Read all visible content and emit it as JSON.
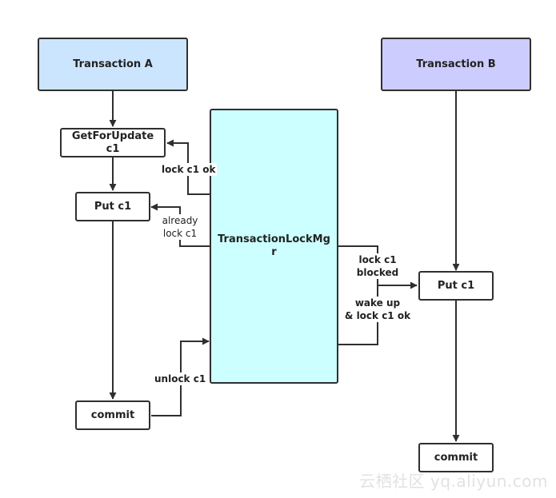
{
  "diagram": {
    "nodes": {
      "transaction_a": "Transaction A",
      "transaction_b": "Transaction B",
      "get_for_update_line1": "GetForUpdate",
      "get_for_update_line2": "c1",
      "put_c1_a": "Put c1",
      "commit_a": "commit",
      "lock_mgr_line1": "TransactionLockMg",
      "lock_mgr_line2": "r",
      "put_c1_b": "Put c1",
      "commit_b": "commit"
    },
    "edge_labels": {
      "lock_c1_ok": "lock c1 ok",
      "already_line1": "already",
      "already_line2": "lock c1",
      "unlock_c1": "unlock c1",
      "lock_c1_blocked_line1": "lock c1",
      "lock_c1_blocked_line2": "blocked",
      "wake_up_line1": "wake up",
      "wake_up_line2": "& lock c1 ok"
    },
    "colors": {
      "transaction_a_fill": "#cce5ff",
      "transaction_b_fill": "#ccccff",
      "lock_mgr_fill": "#ccffff",
      "stroke": "#2f2f2f"
    }
  },
  "watermark": "云栖社区 yq.aliyun.com"
}
